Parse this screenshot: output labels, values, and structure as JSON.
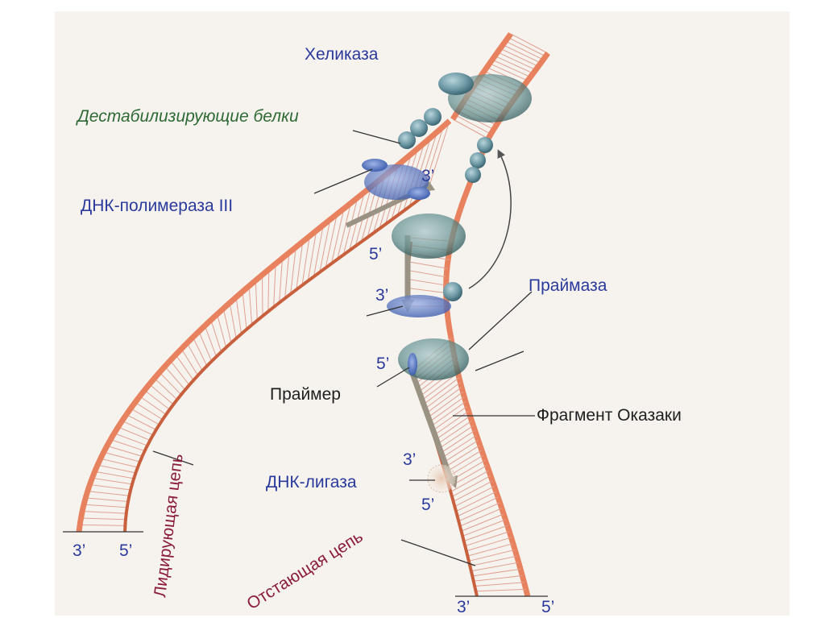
{
  "colors": {
    "panel_bg": "#f6f3ef",
    "strand": "#e8825e",
    "strand_dark": "#c8603e",
    "rung": "#e0a090",
    "label_blue": "#2a3a9c",
    "label_green": "#2e6a33",
    "label_dark": "#1e1e1e",
    "label_red": "#8b1d3a",
    "protein": "#6e9aa6",
    "protein_dark": "#3d6673",
    "enzyme_blue": "#5f7fc8",
    "arrow": "#9a9383"
  },
  "labels": {
    "helicase": "Хеликаза",
    "ssb": "Дестабилизирующие белки",
    "pol3": "ДНК-полимераза III",
    "primase": "Праймаза",
    "primer": "Праймер",
    "okazaki": "Фрагмент Оказаки",
    "ligase": "ДНК-лигаза",
    "leading": "Лидирующая цепь",
    "lagging": "Отстающая цепь"
  },
  "ends": {
    "pol3_3": "3’",
    "upper_5": "5’",
    "mid_3": "3’",
    "lower_5": "5’",
    "lig_3": "3’",
    "lig_5": "5’",
    "lead_bottom_3": "3’",
    "lead_bottom_5": "5’",
    "lag_bottom_3": "3’",
    "lag_bottom_5": "5’"
  }
}
